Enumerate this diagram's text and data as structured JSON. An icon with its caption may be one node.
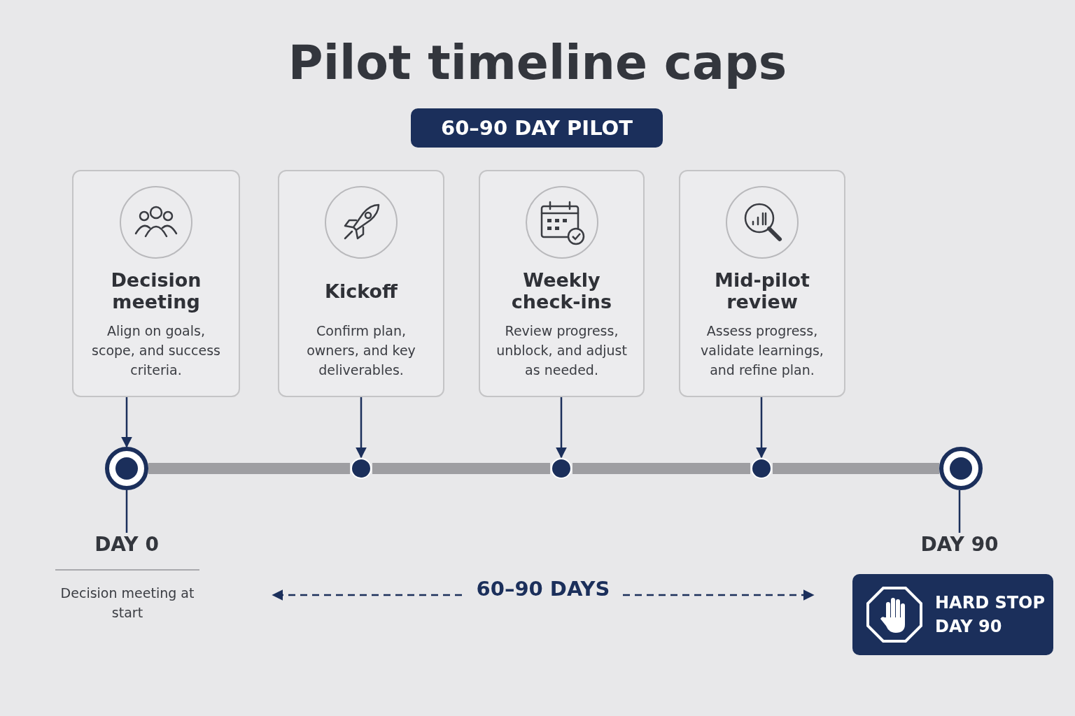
{
  "diagram": {
    "title": "Pilot timeline caps",
    "nodes": [
      {
        "text": [
          "60–90 DAY PILOT"
        ]
      },
      {
        "text": [
          "Decision meeting",
          "Align on goals, scope, and success criteria."
        ]
      },
      {
        "text": [
          "Kickoff",
          "Confirm plan, owners, and key deliverables."
        ]
      },
      {
        "text": [
          "Weekly check-ins",
          "Review progress, unblock, and adjust as needed."
        ]
      },
      {
        "text": [
          "Mid-pilot review",
          "Assess progress, validate learnings, and refine plan."
        ]
      },
      {
        "text": [],
        "shape": "circle"
      },
      {
        "text": [],
        "shape": "circle"
      },
      {
        "text": [],
        "shape": "circle"
      },
      {
        "text": [],
        "shape": "circle"
      },
      {
        "text": [],
        "shape": "circle"
      },
      {
        "text": [
          "DAY 0"
        ]
      },
      {
        "text": [
          "DAY 90"
        ]
      },
      {
        "text": [
          "HARD STOP DAY 90"
        ]
      }
    ],
    "edges": [
      {
        "from": 1,
        "to": 5,
        "arrow": "to"
      },
      {
        "from": 2,
        "to": 6,
        "arrow": "to"
      },
      {
        "from": 3,
        "to": 7,
        "arrow": "to"
      },
      {
        "from": 4,
        "to": 8,
        "arrow": "to"
      },
      {
        "from": 5,
        "to": 6,
        "arrow": "none",
        "style": "thick",
        "color": "#9e9ea2"
      },
      {
        "from": 6,
        "to": 7,
        "arrow": "none",
        "style": "thick",
        "color": "#9e9ea2"
      },
      {
        "from": 7,
        "to": 8,
        "arrow": "none",
        "style": "thick",
        "color": "#9e9ea2"
      },
      {
        "from": 8,
        "to": 9,
        "arrow": "none",
        "style": "thick",
        "color": "#9e9ea2"
      },
      {
        "from": 5,
        "to": 10,
        "arrow": "none"
      },
      {
        "from": 9,
        "to": 11,
        "arrow": "none"
      }
    ],
    "labels": [
      "Decision meeting at start",
      "60–90 DAYS"
    ]
  }
}
